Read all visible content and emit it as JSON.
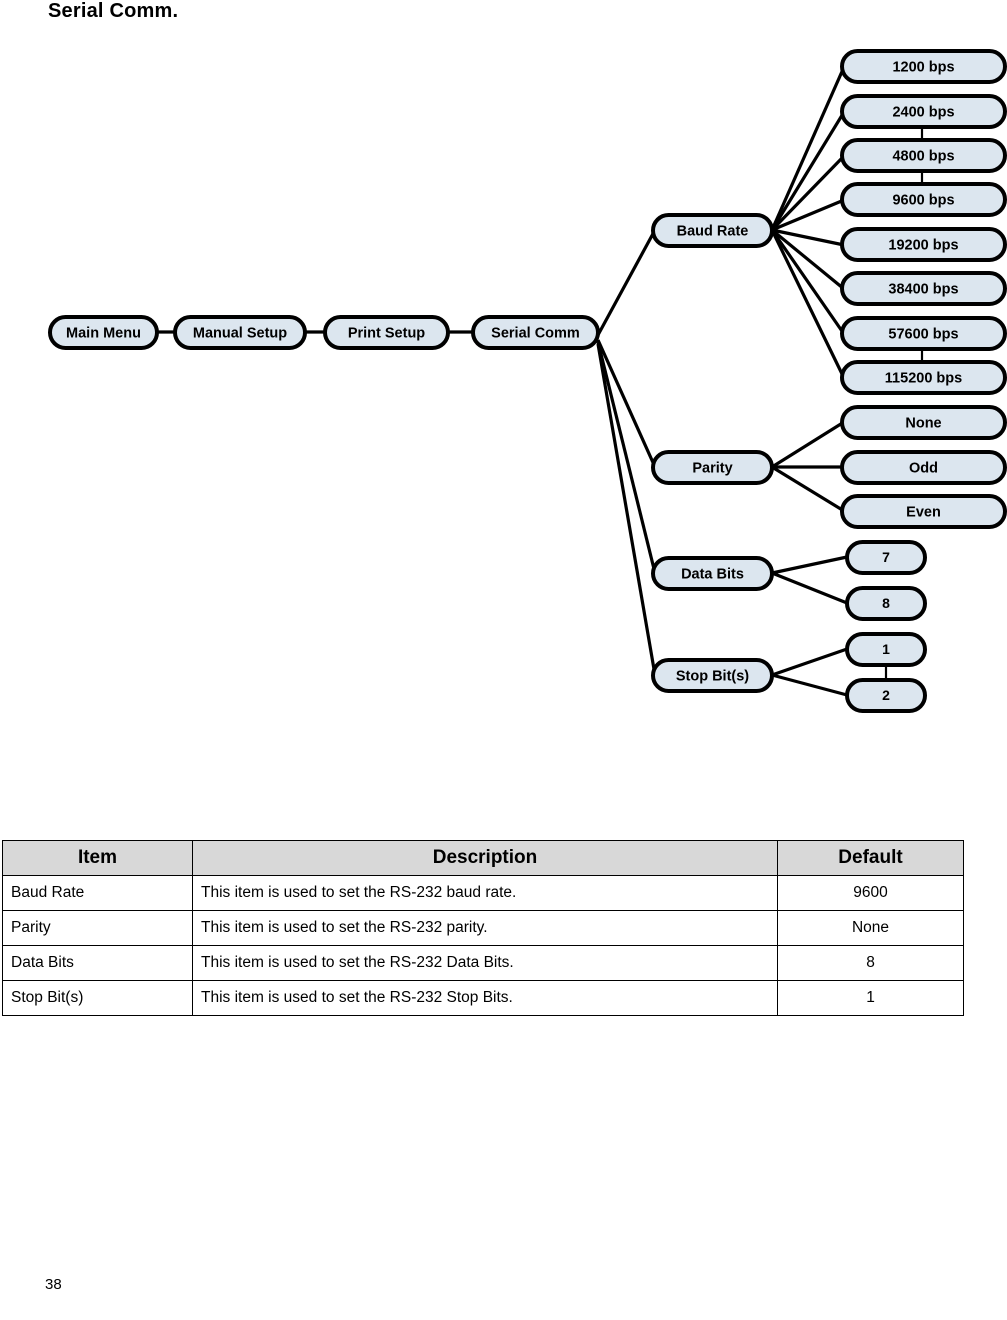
{
  "page": {
    "title": "Serial Comm.",
    "number": "38"
  },
  "colors": {
    "node_fill": "#dce6ef",
    "node_stroke": "#000000",
    "table_header_fill": "#d8d8d8"
  },
  "diagram": {
    "breadcrumb_nodes": [
      {
        "label": "Main Menu"
      },
      {
        "label": "Manual  Setup"
      },
      {
        "label": "Print Setup"
      },
      {
        "label": "Serial Comm"
      }
    ],
    "categories": [
      {
        "label": "Baud Rate",
        "options": [
          {
            "label": "1200 bps"
          },
          {
            "label": "2400 bps"
          },
          {
            "label": "4800 bps"
          },
          {
            "label": "9600 bps"
          },
          {
            "label": "19200 bps"
          },
          {
            "label": "38400 bps"
          },
          {
            "label": "57600 bps"
          },
          {
            "label": "115200 bps"
          }
        ]
      },
      {
        "label": "Parity",
        "options": [
          {
            "label": "None"
          },
          {
            "label": "Odd"
          },
          {
            "label": "Even"
          }
        ]
      },
      {
        "label": "Data Bits",
        "options": [
          {
            "label": "7"
          },
          {
            "label": "8"
          }
        ]
      },
      {
        "label": "Stop Bit(s)",
        "options": [
          {
            "label": "1"
          },
          {
            "label": "2"
          }
        ]
      }
    ]
  },
  "table": {
    "headers": {
      "item": "Item",
      "description": "Description",
      "default": "Default"
    },
    "rows": [
      {
        "item": "Baud Rate",
        "description": "This item is used to set the RS-232 baud rate.",
        "default": "9600"
      },
      {
        "item": "Parity",
        "description": "This item is used to set the RS-232 parity.",
        "default": "None"
      },
      {
        "item": "Data Bits",
        "description": "This item is used to set the RS-232 Data Bits.",
        "default": "8"
      },
      {
        "item": "Stop Bit(s)",
        "description": "This item is used to set the RS-232 Stop Bits.",
        "default": "1"
      }
    ]
  }
}
